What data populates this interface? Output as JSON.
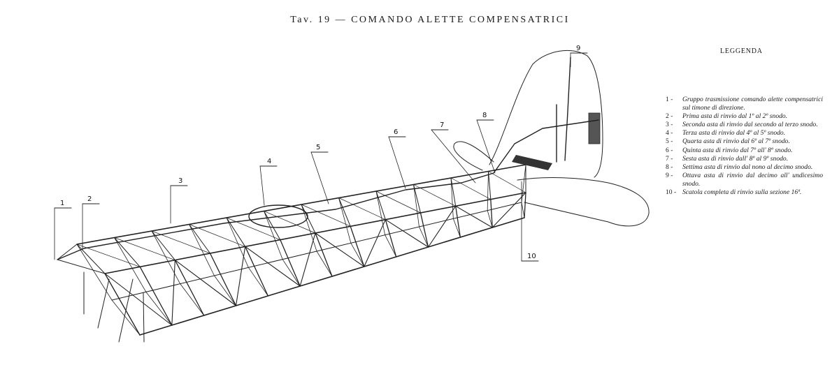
{
  "plate": {
    "title": "Tav. 19 — COMANDO ALETTE COMPENSATRICI"
  },
  "legend": {
    "title": "LEGGENDA",
    "items": [
      {
        "num": "1 -",
        "text": "Gruppo trasmissione comando alette compensatrici sul timone di direzione."
      },
      {
        "num": "2 -",
        "text": "Prima asta di rinvio dal 1º al 2º snodo."
      },
      {
        "num": "3 -",
        "text": "Seconda asta di rinvio dal secondo al terzo snodo."
      },
      {
        "num": "4 -",
        "text": "Terza asta di rinvio dal 4º al 5º snodo."
      },
      {
        "num": "5 -",
        "text": "Quarta asta di rinvio dal 6º al 7º snodo."
      },
      {
        "num": "6 -",
        "text": "Quinta asta di rinvio dal 7º all' 8º snodo."
      },
      {
        "num": "7 -",
        "text": "Sesta asta di rinvio dall' 8º al 9º snodo."
      },
      {
        "num": "8 -",
        "text": "Settima asta di rinvio dal nono al decimo snodo."
      },
      {
        "num": "9 -",
        "text": "Ottava asta di rinvio dal decimo all' undicesimo snodo."
      },
      {
        "num": "10 -",
        "text": "Scatola completa di rinvio sulla sezione 16ª."
      }
    ]
  },
  "callouts": [
    {
      "label": "1"
    },
    {
      "label": "2"
    },
    {
      "label": "3"
    },
    {
      "label": "4"
    },
    {
      "label": "5"
    },
    {
      "label": "6"
    },
    {
      "label": "7"
    },
    {
      "label": "8"
    },
    {
      "label": "9"
    },
    {
      "label": "10"
    }
  ],
  "icons": {
    "fuselage": "fuselage-truss-drawing",
    "fin": "vertical-fin-drawing",
    "stabilizer": "horizontal-stabilizer-drawing"
  }
}
